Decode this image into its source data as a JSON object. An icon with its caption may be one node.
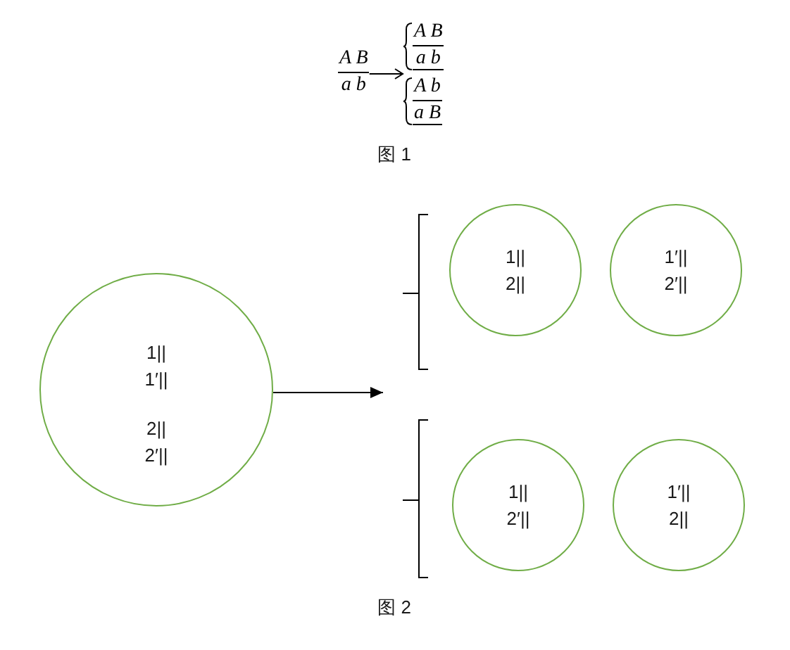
{
  "diagram": {
    "nodes": [
      {
        "text": [
          "A B",
          "a b"
        ]
      },
      {
        "text": [
          "A B",
          "a b"
        ]
      },
      {
        "text": [
          "A b",
          "a B"
        ]
      },
      {
        "text": [
          "1|| 1′||",
          "2|| 2′||"
        ]
      },
      {
        "text": [],
        "shape": "bracket"
      },
      {
        "text": [
          "1|| 2||"
        ]
      },
      {
        "text": [
          "1′|| 2′||"
        ]
      },
      {
        "text": [],
        "shape": "bracket"
      },
      {
        "text": [
          "1|| 2′||"
        ]
      },
      {
        "text": [
          "1′|| 2||"
        ]
      }
    ],
    "edges": [
      {
        "from": 0,
        "to": 1,
        "arrow": "to"
      },
      {
        "from": 0,
        "to": 2,
        "arrow": "to"
      },
      {
        "from": 3,
        "to": 4,
        "arrow": "to"
      },
      {
        "from": 3,
        "to": 7,
        "arrow": "to"
      }
    ],
    "labels": [
      "图 1",
      "图 2"
    ]
  }
}
